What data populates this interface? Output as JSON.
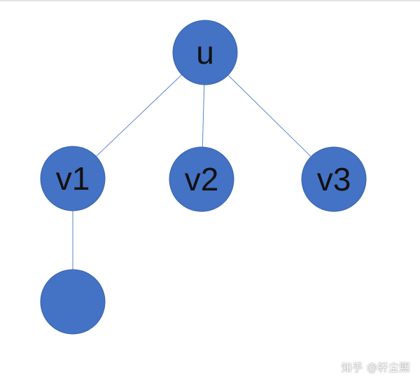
{
  "diagram": {
    "colors": {
      "node_fill": "#4472c4",
      "node_stroke": "#3a64ad",
      "edge": "#5b82c8",
      "label": "#111111"
    },
    "nodes": [
      {
        "id": "u",
        "label": "u"
      },
      {
        "id": "v1",
        "label": "v1"
      },
      {
        "id": "v2",
        "label": "v2"
      },
      {
        "id": "v3",
        "label": "v3"
      },
      {
        "id": "c1",
        "label": ""
      }
    ],
    "edges": [
      {
        "from": "u",
        "to": "v1"
      },
      {
        "from": "u",
        "to": "v2"
      },
      {
        "from": "u",
        "to": "v3"
      },
      {
        "from": "v1",
        "to": "c1"
      }
    ]
  },
  "watermark": {
    "text": "知乎 @轩尘熙"
  }
}
